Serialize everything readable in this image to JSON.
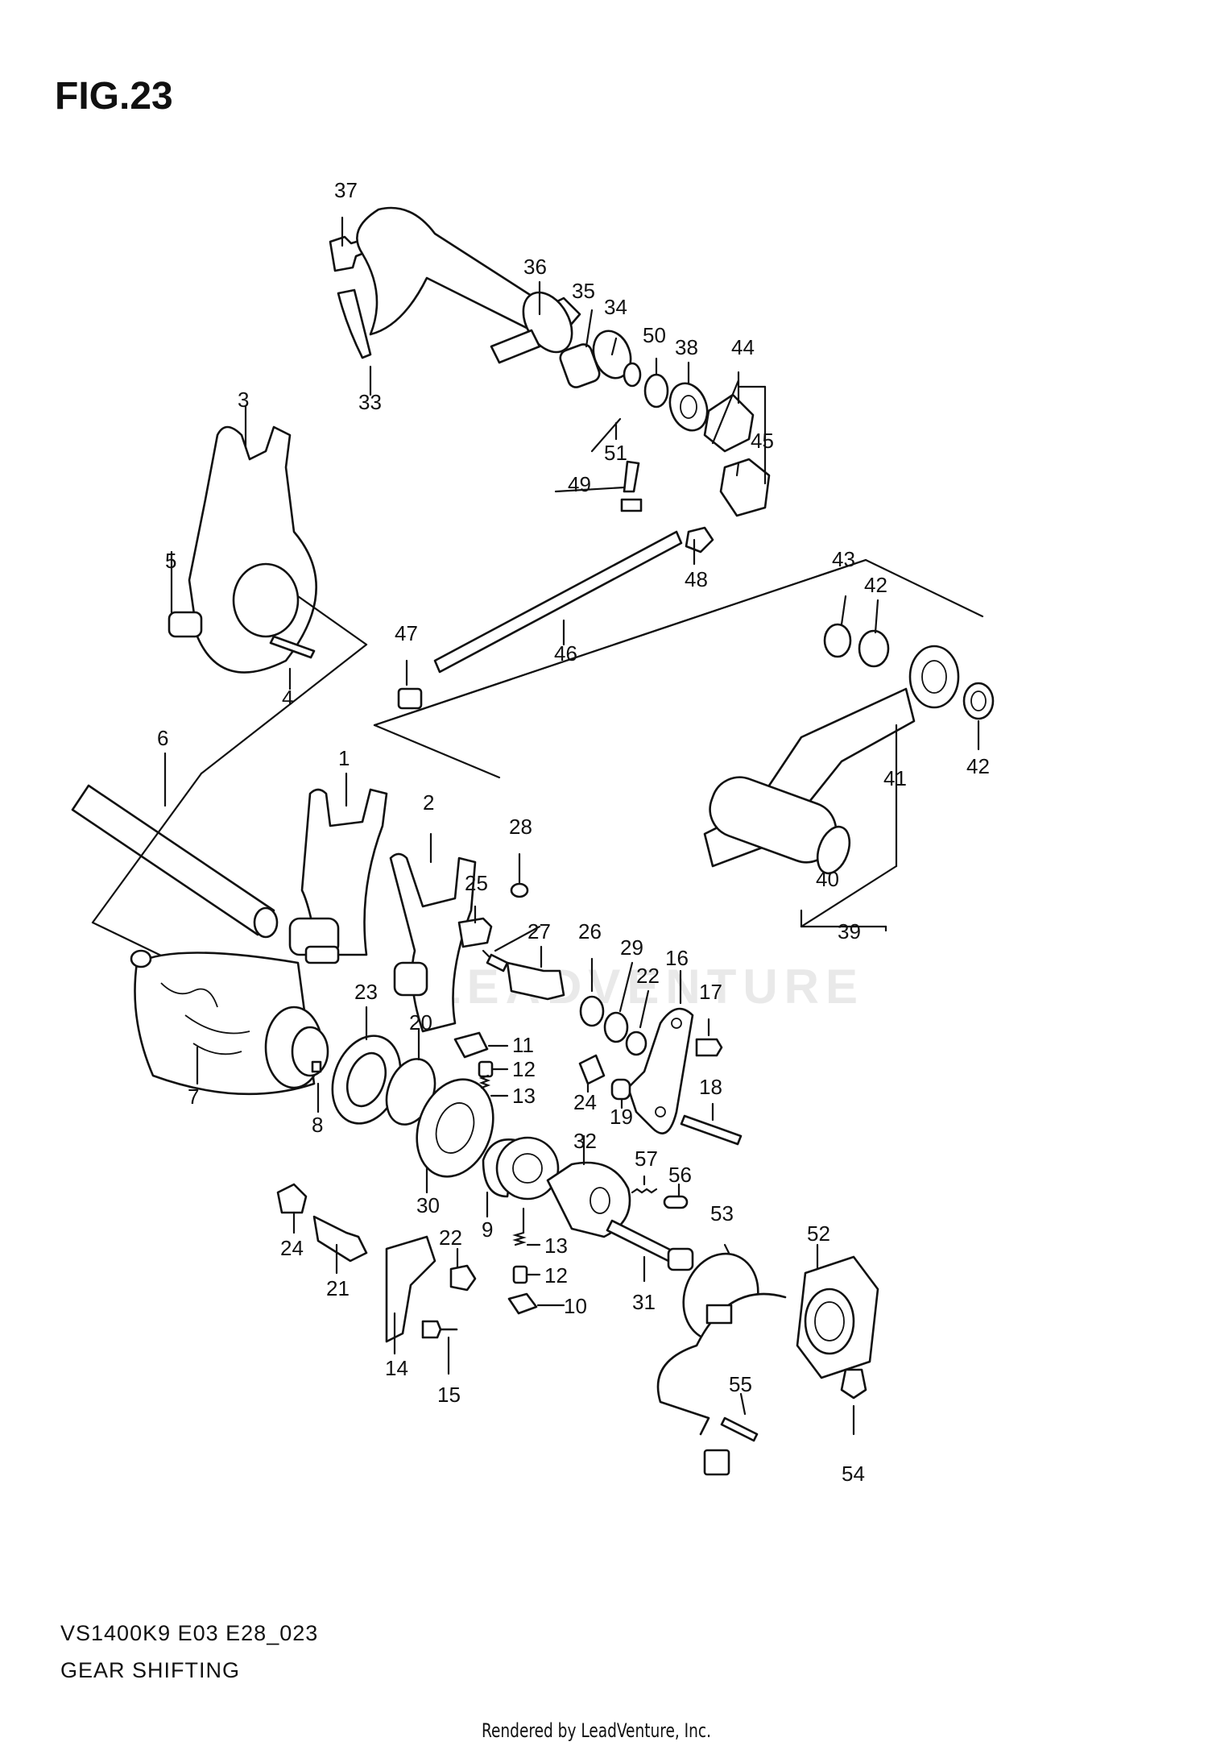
{
  "figure": {
    "title": "FIG.23",
    "model_code": "VS1400K9 E03 E28_023",
    "section_name": "GEAR SHIFTING",
    "credit": "Rendered by LeadVenture, Inc.",
    "watermark": "LEADVENTURE"
  },
  "callouts": [
    "1",
    "2",
    "3",
    "4",
    "5",
    "6",
    "7",
    "8",
    "9",
    "10",
    "11",
    "12",
    "12",
    "13",
    "13",
    "14",
    "15",
    "16",
    "17",
    "18",
    "19",
    "20",
    "21",
    "22",
    "22",
    "23",
    "24",
    "24",
    "25",
    "26",
    "27",
    "28",
    "29",
    "30",
    "31",
    "32",
    "33",
    "34",
    "35",
    "36",
    "37",
    "38",
    "39",
    "40",
    "41",
    "42",
    "42",
    "43",
    "44",
    "45",
    "46",
    "47",
    "48",
    "49",
    "50",
    "51",
    "52",
    "53",
    "54",
    "55",
    "56",
    "57"
  ],
  "colors": {
    "line": "#111111",
    "background": "#ffffff",
    "watermark": "#e9e9e9"
  }
}
